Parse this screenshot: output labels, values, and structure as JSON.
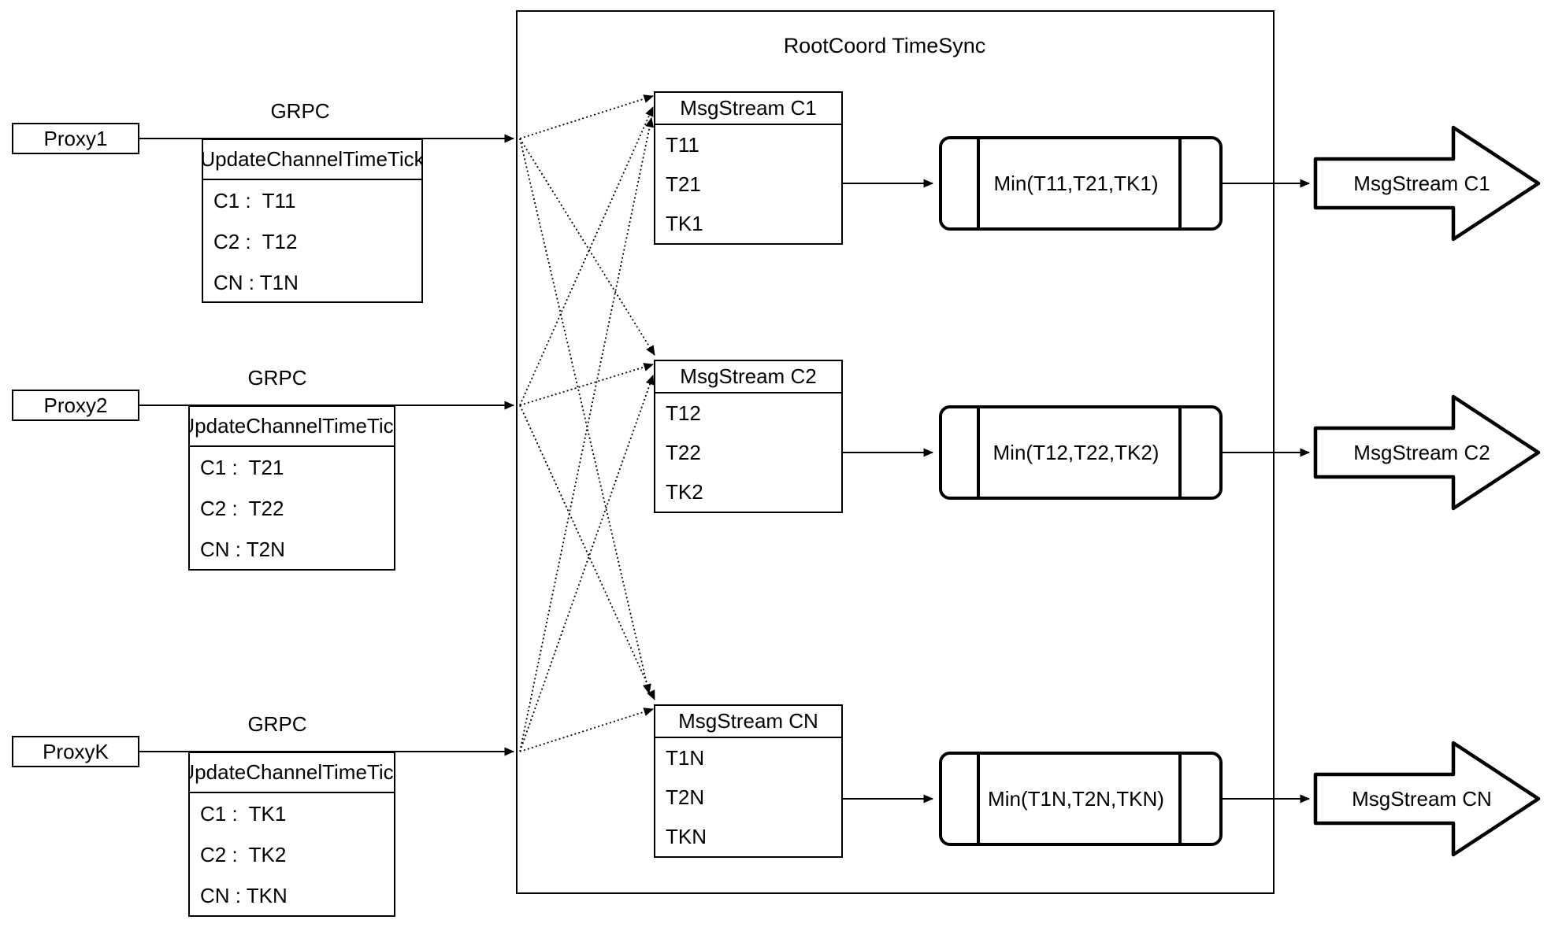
{
  "title": "RootCoord TimeSync",
  "colors": {
    "stroke": "#000000",
    "background": "#ffffff"
  },
  "proxies": [
    {
      "name": "Proxy1",
      "protocol": "GRPC",
      "message": {
        "header": "UpdateChannelTimeTick",
        "rows": [
          "C1 :  T11",
          "C2 :  T12",
          "CN : T1N"
        ]
      }
    },
    {
      "name": "Proxy2",
      "protocol": "GRPC",
      "message": {
        "header": "UpdateChannelTimeTick",
        "rows": [
          "C1 :  T21",
          "C2 :  T22",
          "CN : T2N"
        ]
      }
    },
    {
      "name": "ProxyK",
      "protocol": "GRPC",
      "message": {
        "header": "UpdateChannelTimeTick",
        "rows": [
          "C1 :  TK1",
          "C2 :  TK2",
          "CN : TKN"
        ]
      }
    }
  ],
  "channels": [
    {
      "buffer": {
        "header": "MsgStream C1",
        "rows": [
          "T11",
          "T21",
          "TK1"
        ]
      },
      "reducer": "Min(T11,T21,TK1)",
      "output": "MsgStream C1"
    },
    {
      "buffer": {
        "header": "MsgStream C2",
        "rows": [
          "T12",
          "T22",
          "TK2"
        ]
      },
      "reducer": "Min(T12,T22,TK2)",
      "output": "MsgStream C2"
    },
    {
      "buffer": {
        "header": "MsgStream CN",
        "rows": [
          "T1N",
          "T2N",
          "TKN"
        ]
      },
      "reducer": "Min(T1N,T2N,TKN)",
      "output": "MsgStream CN"
    }
  ]
}
